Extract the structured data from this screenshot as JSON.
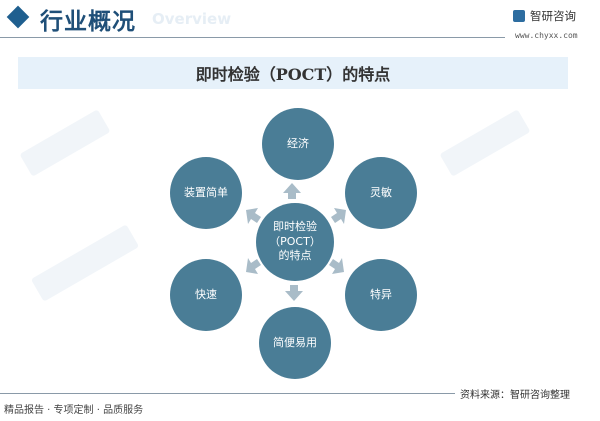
{
  "header": {
    "section_title": "行业概况",
    "section_subtitle": "Overview",
    "logo_text": "智研咨询",
    "logo_url": "www.chyxx.com"
  },
  "banner": {
    "title": "即时检验（POCT）的特点"
  },
  "diagram": {
    "center": {
      "line1": "即时检验",
      "line2": "（POCT）",
      "line3": "的特点"
    },
    "nodes": [
      "经济",
      "灵敏",
      "特异",
      "简便易用",
      "快速",
      "装置简单"
    ],
    "circle_color": "#4a7d96",
    "arrow_color": "#a9bcc8"
  },
  "footer": {
    "slogan": "精品报告 · 专项定制 · 品质服务",
    "source": "资料来源：智研咨询整理"
  }
}
